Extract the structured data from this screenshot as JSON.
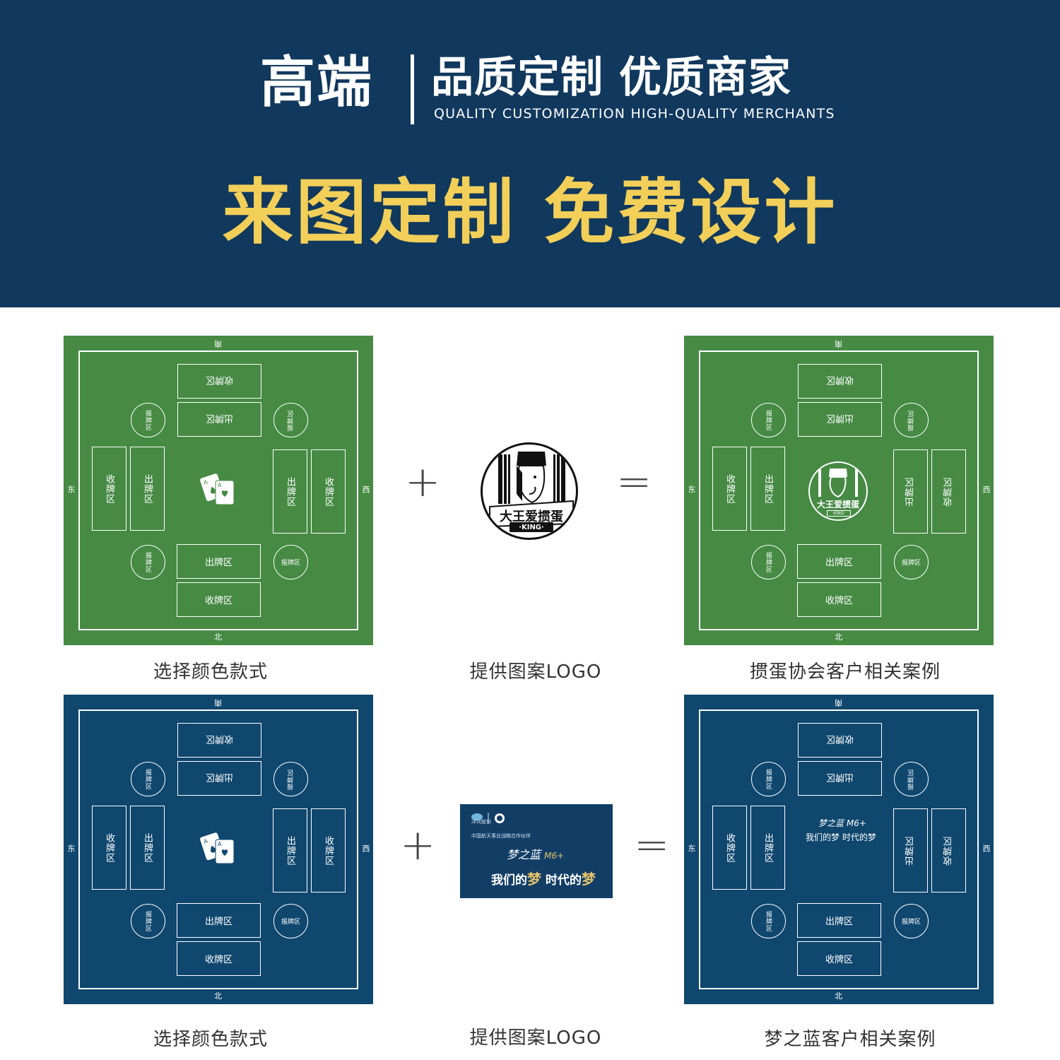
{
  "banner": {
    "title": "高端",
    "subtitle": "品质定制 优质商家",
    "english": "QUALITY CUSTOMIZATION HIGH-QUALITY MERCHANTS",
    "headline": "来图定制 免费设计"
  },
  "mat": {
    "zone_receive": "收牌区",
    "zone_play": "出牌区",
    "zone_report": "报牌区",
    "dir_south": "南",
    "dir_north": "北",
    "dir_east": "东",
    "dir_west": "西"
  },
  "row1": {
    "caption_left": "选择颜色款式",
    "caption_mid": "提供图案LOGO",
    "caption_right": "掼蛋协会客户相关案例",
    "plus": "+",
    "equals": "="
  },
  "row2": {
    "caption_left": "选择颜色款式",
    "caption_mid": "提供图案LOGO",
    "caption_right": "梦之蓝客户相关案例",
    "plus": "+",
    "equals": "="
  },
  "logo1": {
    "text": "大王爱掼蛋",
    "sub": "·KING·"
  },
  "logo2": {
    "brand": "洋河股份",
    "sub": "中国航天事业战略合作伙伴",
    "line1": "梦之蓝",
    "line1_mark": "M6+",
    "line2_a": "我们的",
    "line2_b": "梦",
    "line2_c": "时代的",
    "line2_d": "梦"
  },
  "colors": {
    "banner": "#11385d",
    "accent": "#f2cf58",
    "mat_green": "#468a44",
    "mat_blue": "#0f476e"
  }
}
